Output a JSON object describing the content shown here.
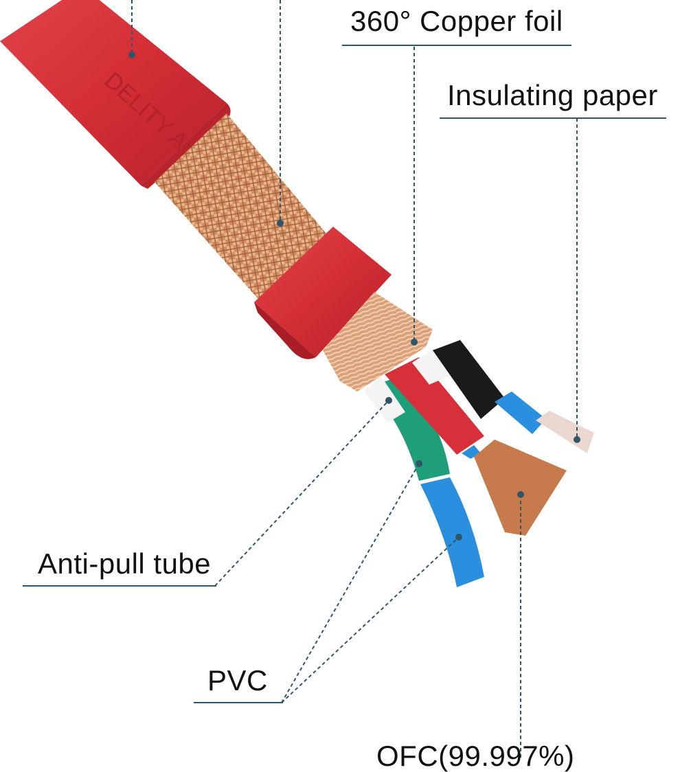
{
  "brand_text": "DELITY AUDIO",
  "labels": {
    "copper_foil": "360° Copper foil",
    "insulating_paper": "Insulating paper",
    "anti_pull_tube": "Anti-pull tube",
    "pvc": "PVC",
    "ofc": "OFC(99.997%)"
  },
  "colors": {
    "jacket_red": "#d8303a",
    "braid_copper": "#d2946a",
    "leader_line": "#2f5566",
    "wire_blue": "#2a8fde",
    "wire_green": "#1f9e7a",
    "wire_black": "#1a1a1a"
  }
}
